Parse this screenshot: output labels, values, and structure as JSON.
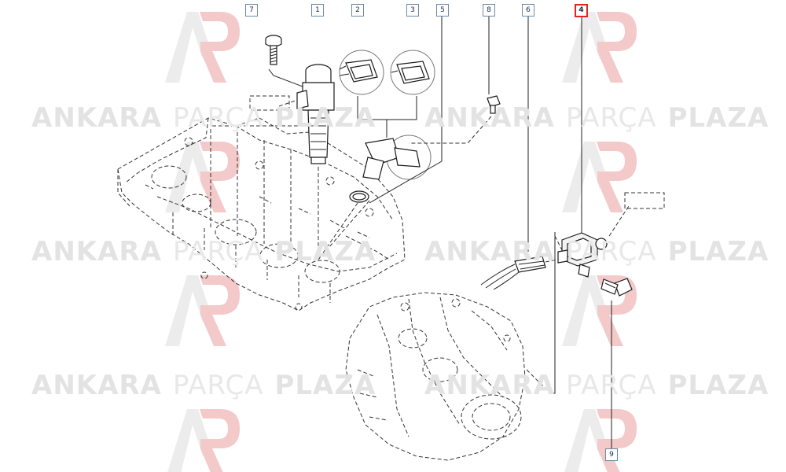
{
  "watermark": {
    "word1": "ANKARA",
    "word2": "PARÇA",
    "word3": "PLAZA",
    "logo_color": "#f3c9c9",
    "text_color": "#e3e3e3"
  },
  "callouts": [
    {
      "label": "7",
      "active": false
    },
    {
      "label": "1",
      "active": false
    },
    {
      "label": "2",
      "active": false
    },
    {
      "label": "3",
      "active": false
    },
    {
      "label": "5",
      "active": false
    },
    {
      "label": "8",
      "active": false
    },
    {
      "label": "6",
      "active": false
    },
    {
      "label": "4",
      "active": true
    },
    {
      "label": "9",
      "active": false
    }
  ],
  "colors": {
    "callout_border": "#6b8aa8",
    "callout_active_border": "#e02424",
    "line": "#222222"
  }
}
